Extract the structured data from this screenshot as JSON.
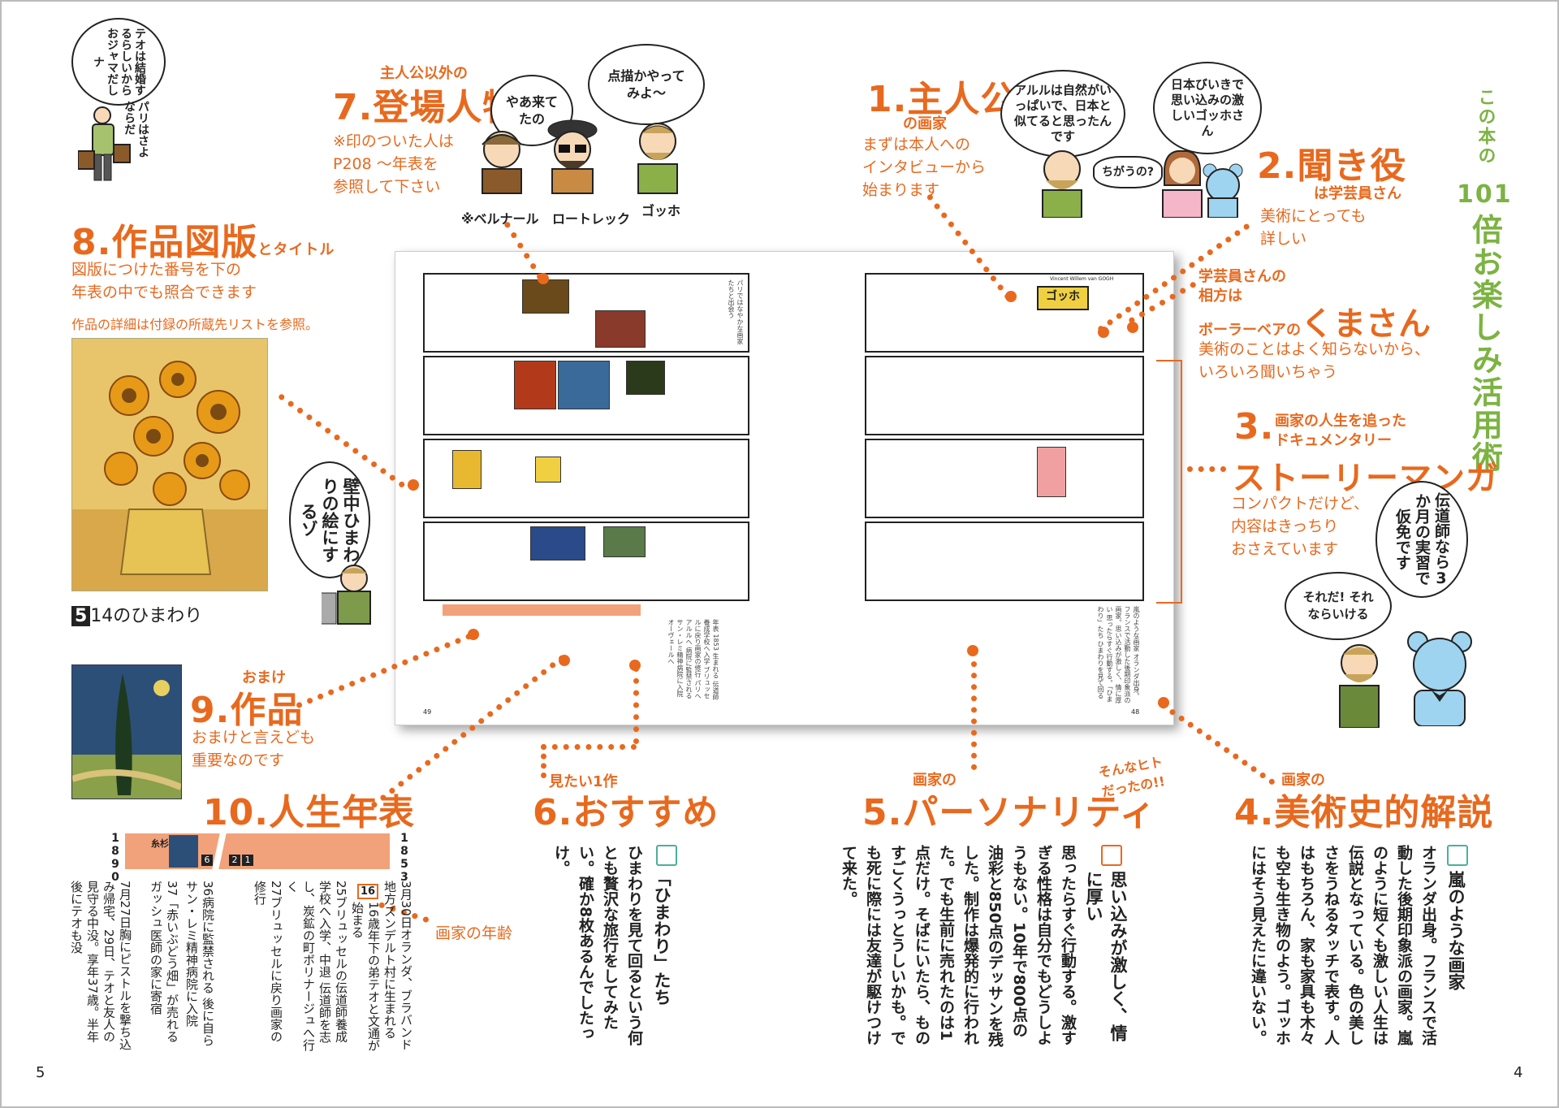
{
  "page_numbers": {
    "left": "5",
    "right": "4"
  },
  "side_title": {
    "prefix": "この本の",
    "number": "101",
    "suffix": "倍お楽しみ活用術"
  },
  "top_left_bubble": "テオは結婚するらしいからおジャマだしナ",
  "top_left_caption": "パリはさよならだ",
  "item1": {
    "number": "1.",
    "title": "主人公",
    "sub": "の画家",
    "desc": [
      "まずは本人への",
      "インタビューから",
      "始まります"
    ]
  },
  "item1_bubbles": {
    "a": "アルルは自然がいっぱいで、日本と似てると思ったんです",
    "b": "ちがうの?",
    "c": "日本びいきで思い込みの激しいゴッホさん"
  },
  "item2": {
    "number": "2.",
    "title": "聞き役",
    "sub": "は学芸員さん",
    "desc": [
      "美術にとっても",
      "詳しい"
    ]
  },
  "bear": {
    "line1": "学芸員さんの",
    "line2": "相方は",
    "line3": "ボーラーベアの",
    "name": "くまさん",
    "desc": [
      "美術のことはよく知らないから、",
      "いろいろ聞いちゃう"
    ]
  },
  "item3": {
    "number": "3.",
    "sub1": "画家の人生を追った",
    "sub2": "ドキュメンタリー",
    "title": "ストーリーマンガ",
    "desc": [
      "コンパクトだけど、",
      "内容はきっちり",
      "おさえています"
    ]
  },
  "item3_bubbles": {
    "a": "伝道師なら3か月の実習で仮免です",
    "b": "それだ! それならいける"
  },
  "item4": {
    "number": "4.",
    "sub": "画家の",
    "title": "美術史的解説"
  },
  "item4_heading": "嵐のような画家",
  "item4_body": "オランダ出身。フランスで活動した後期印象派の画家。嵐のように短くも激しい人生は伝説となっている。色の美しさをうねるタッチで表す。人はもちろん、家も家具も木々も空も生き物のよう。ゴッホにはそう見えたに違いない。",
  "item5": {
    "number": "5.",
    "sub": "画家の",
    "title": "パーソナリティ",
    "note": "そんなヒトだったの!!"
  },
  "item5_heading": "思い込みが激しく、情に厚い",
  "item5_body": "思ったらすぐ行動する。激すぎる性格は自分でもどうしようもない。10年で800点の油彩と850点のデッサンを残した。制作は爆発的に行われた。でも生前に売れたのは1点だけ。そばにいたら、ものすごくうっとうしいかも。でも死に際には友達が駆けつけて来た。",
  "item6": {
    "number": "6.",
    "sub": "見たい1作",
    "title": "おすすめ"
  },
  "item6_heading": "「ひまわり」たち",
  "item6_body": "ひまわりを見て回るという何とも贅沢な旅行をしてみたい。確か8枚あるんでしたっけ。",
  "item7": {
    "sub": "主人公以外の",
    "number": "7.",
    "title": "登場人物",
    "desc": [
      "※印のついた人は",
      "P208 〜年表を",
      "参照して下さい"
    ]
  },
  "item7_bubbles": {
    "a": "やあ来てたの",
    "b": "点描かやってみよ〜"
  },
  "item7_names": {
    "a": "※ベルナール",
    "b": "ロートレック",
    "c": "ゴッホ"
  },
  "item8": {
    "number": "8.",
    "title": "作品図版",
    "sub": "とタイトル",
    "desc": [
      "図版につけた番号を下の",
      "年表の中でも照合できます"
    ],
    "note": "作品の詳細は付録の所蔵先リストを参照。"
  },
  "item8_caption": {
    "index": "5",
    "label": "14のひまわり"
  },
  "item8_bubble": "壁中ひまわりの絵にするゾ",
  "item9": {
    "sub": "おまけ",
    "number": "9.",
    "title": "作品",
    "desc": [
      "おまけと言えども",
      "重要なのです"
    ]
  },
  "item10": {
    "number": "10.",
    "title": "人生年表"
  },
  "timeline": {
    "year_left": "1890",
    "year_right": "1853",
    "bar_label": "糸杉",
    "markers": [
      "6",
      "2",
      "1"
    ],
    "age_label": "画家の年齢",
    "age_box": "16",
    "entries": [
      "3月30日オランダ、ブラバンド地方ズンデルト村に生まれる",
      "16歳年下の弟テオと文通が始まる",
      "25ブリュッセルの伝道師養成学校へ入学、中退 伝道師を志し、炭鉱の町ボリナージュへ行く",
      "27ブリュッセルに戻り画家の修行",
      "36病院に監禁される 後に自らサン・レミ精神病院に入院",
      "37「赤いぶどう畑」が売れる ガッシュ医師の家に寄宿",
      "7月27日胸にピストルを撃ち込み帰宅、29日、テオと友人の見守る中没。享年37歳。半年後にテオも没"
    ]
  },
  "spread": {
    "left_page_num": "49",
    "right_page_num": "48",
    "gogh_label": "ゴッホ",
    "gogh_title": "Vincent Willem van GOGH"
  },
  "colors": {
    "accent": "#e8691e",
    "green": "#7cb342",
    "teal": "#4caf9c",
    "salmon": "#f2a27a"
  }
}
